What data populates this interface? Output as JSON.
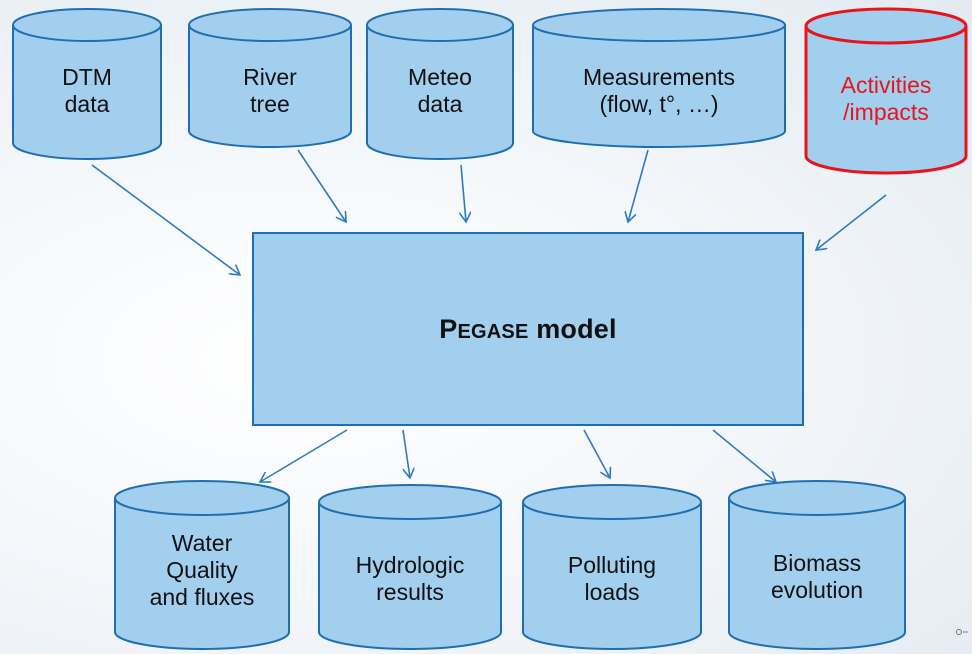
{
  "inputs": [
    {
      "id": "dtm",
      "lines": [
        "DTM",
        "data"
      ],
      "color": "blue"
    },
    {
      "id": "river",
      "lines": [
        "River",
        "tree"
      ],
      "color": "blue"
    },
    {
      "id": "meteo",
      "lines": [
        "Meteo",
        "data"
      ],
      "color": "blue"
    },
    {
      "id": "measurements",
      "lines": [
        "Measurements",
        "(flow, t°, …)"
      ],
      "color": "blue"
    },
    {
      "id": "activities",
      "lines": [
        "Activities",
        "/impacts"
      ],
      "color": "red"
    }
  ],
  "model": {
    "cap": "P",
    "smallcaps": "EGASE",
    "rest": " model"
  },
  "outputs": [
    {
      "id": "water",
      "lines": [
        "Water",
        "Quality",
        "and fluxes"
      ]
    },
    {
      "id": "hydro",
      "lines": [
        "Hydrologic",
        "results"
      ]
    },
    {
      "id": "polluting",
      "lines": [
        "Polluting",
        "loads"
      ]
    },
    {
      "id": "biomass",
      "lines": [
        "Biomass",
        "evolution"
      ]
    }
  ],
  "colors": {
    "fill": "#a3cfef",
    "stroke": "#1f6fb0",
    "accent_red": "#e8141c",
    "arrow": "#2f7bc0"
  }
}
